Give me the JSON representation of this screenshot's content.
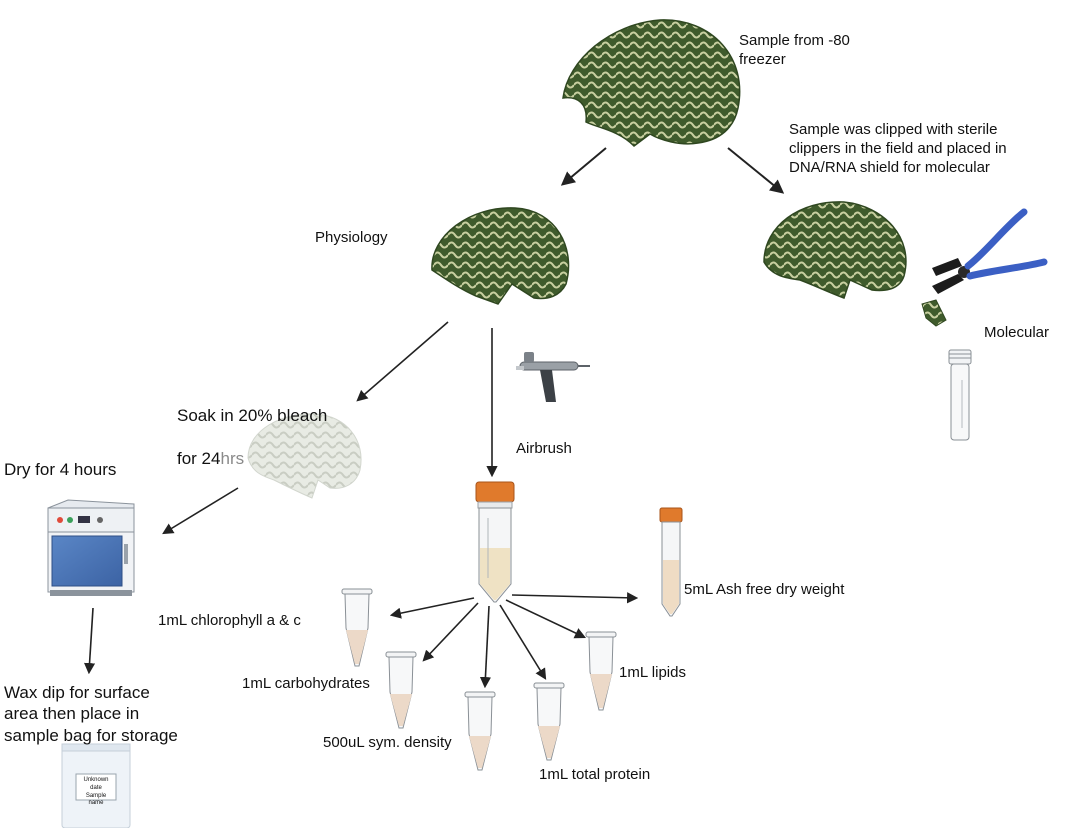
{
  "labels": {
    "sample_source": "Sample from -80\nfreezer",
    "clip_note": "Sample was clipped with sterile\nclippers in the field and placed in\nDNA/RNA shield for molecular",
    "physiology": "Physiology",
    "molecular": "Molecular",
    "soak_line1": "Soak in 20% bleach",
    "soak_line2_main": "for 24",
    "soak_line2_unit": "hrs",
    "airbrush": "Airbrush",
    "dry": "Dry for 4 hours",
    "wax": "Wax dip for surface\narea then place in\nsample  bag for storage",
    "bag_label": "Unknown date\nSample name",
    "chlorophyll": "1mL chlorophyll a & c",
    "carbohydrates": "1mL carbohydrates",
    "sym_density": "500uL sym. density",
    "total_protein": "1mL total protein",
    "lipids": "1mL lipids",
    "ash_free": "5mL Ash free dry weight"
  },
  "icons": [
    "brain-coral-icon",
    "pliers-icon",
    "airbrush-icon",
    "oven-icon",
    "falcon-tube-icon",
    "microcentrifuge-tube-icon",
    "cryovial-icon",
    "sample-bag-icon"
  ],
  "colors": {
    "coral_dark": "#3f5b2c",
    "coral_light": "#c8cfa0",
    "bleached_coral": "#e2e6de",
    "tube_cap": "#e07a2c",
    "pliers_handle": "#3b5fc4",
    "oven_body": "#4a72b0",
    "arrow": "#222222"
  }
}
